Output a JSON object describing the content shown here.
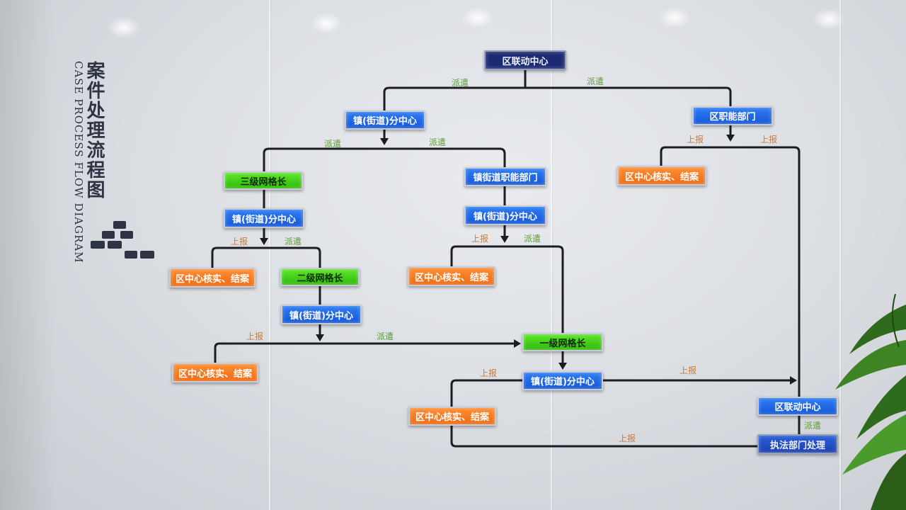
{
  "title": {
    "chinese": "案件处理流程图",
    "english": "CASE PROCESS FLOW DIAGRAM"
  },
  "nodes": {
    "district_center_top": "区联动中心",
    "town_subcenter_1": "镇(街道)分中心",
    "district_department": "区职能部门",
    "district_verify_right": "区中心核实、结案",
    "grid_level3": "三级网格长",
    "town_street_department": "镇街道职能部门",
    "town_subcenter_2": "镇(街道)分中心",
    "town_subcenter_3": "镇(街道)分中心",
    "verify_left_1": "区中心核实、结案",
    "grid_level2": "二级网格长",
    "verify_mid_1": "区中心核实、结案",
    "town_subcenter_4": "镇(街道)分中心",
    "grid_level1": "一级网格长",
    "verify_left_2": "区中心核实、结案",
    "town_subcenter_5": "镇(街道)分中心",
    "verify_mid_2": "区中心核实、结案",
    "district_center_bottom": "区联动中心",
    "law_enforcement": "执法部门处理"
  },
  "edge_labels": {
    "dispatch": "派遣",
    "report": "上报"
  },
  "colors": {
    "district_center": "#1c2a74",
    "subcenter": "#1f66e6",
    "grid_leader": "#3fcf18",
    "verify": "#f27a1e",
    "line": "#1b1d22"
  }
}
